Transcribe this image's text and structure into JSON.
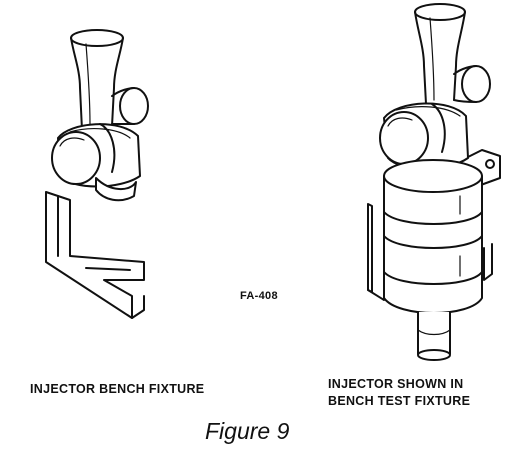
{
  "figure": {
    "title": "Figure 9",
    "code": "FA-408",
    "left_caption": "INJECTOR BENCH FIXTURE",
    "right_caption": [
      "INJECTOR SHOWN IN",
      "BENCH TEST FIXTURE"
    ]
  },
  "colors": {
    "ink": "#111111",
    "background": "#ffffff",
    "shade": "#dddddd"
  }
}
